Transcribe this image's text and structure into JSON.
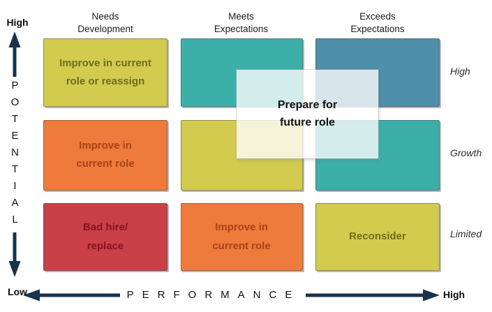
{
  "y_axis": {
    "label": "POTENTIAL",
    "high_label": "High"
  },
  "x_axis": {
    "label": "PERFORMANCE",
    "low_label": "Low",
    "high_label": "High"
  },
  "column_headers": [
    {
      "label": "Needs\nDevelopment"
    },
    {
      "label": "Meets\nExpectations"
    },
    {
      "label": "Exceeds\nExpectations"
    }
  ],
  "row_labels": [
    {
      "label": "High"
    },
    {
      "label": "Growth"
    },
    {
      "label": "Limited"
    }
  ],
  "grid": {
    "cells": [
      {
        "row": "high",
        "col": "needs-development",
        "label": "Improve in current\nrole or reassign",
        "color": "#d2cb4e",
        "text_color": "#6e6d1f"
      },
      {
        "row": "high",
        "col": "meets-expectations",
        "label": "",
        "color": "#3cafa9",
        "text_color": ""
      },
      {
        "row": "high",
        "col": "exceeds-expectations",
        "label": "",
        "color": "#4e8fa9",
        "text_color": ""
      },
      {
        "row": "growth",
        "col": "needs-development",
        "label": "Improve in\ncurrent role",
        "color": "#ee7a3b",
        "text_color": "#a7431d"
      },
      {
        "row": "growth",
        "col": "meets-expectations",
        "label": "",
        "color": "#d2cb4e",
        "text_color": ""
      },
      {
        "row": "growth",
        "col": "exceeds-expectations",
        "label": "",
        "color": "#3cafa9",
        "text_color": ""
      },
      {
        "row": "limited",
        "col": "needs-development",
        "label": "Bad hire/\nreplace",
        "color": "#c94049",
        "text_color": "#86131f"
      },
      {
        "row": "limited",
        "col": "meets-expectations",
        "label": "Improve in\ncurrent role",
        "color": "#ee7a3b",
        "text_color": "#a7431d"
      },
      {
        "row": "limited",
        "col": "exceeds-expectations",
        "label": "Reconsider",
        "color": "#d2cb4e",
        "text_color": "#6e6d1f"
      }
    ]
  },
  "overlay": {
    "label": "Prepare for\nfuture role"
  },
  "colors": {
    "arrow": "#17334d",
    "background": "#ffffff"
  }
}
